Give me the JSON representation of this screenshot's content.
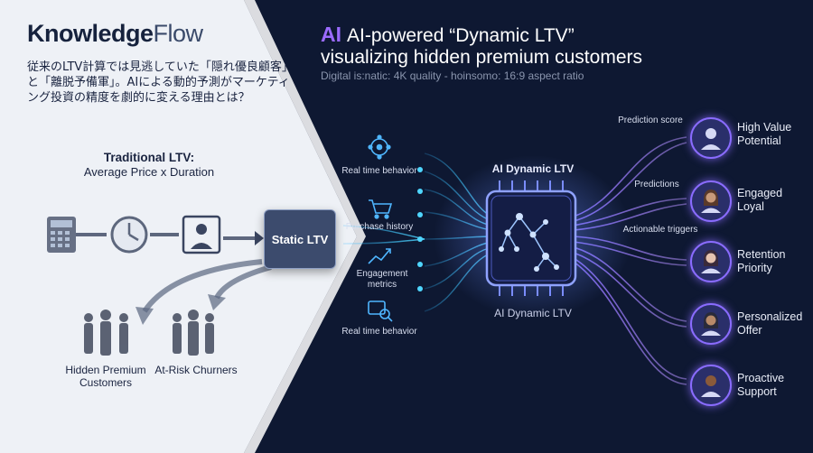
{
  "brand": {
    "knowledge": "Knowledge",
    "flow": "Flow"
  },
  "subtitle_jp": "従来のLTV計算では見逃していた「隠れ優良顧客」と「離脱予備軍」。AIによる動的予測がマーケティング投資の精度を劇的に変える理由とは？",
  "traditional": {
    "title": "Traditional LTV:",
    "formula": "Average Price x Duration",
    "static_box": "Static LTV",
    "hidden_label": "Hidden Premium Customers",
    "churn_label": "At-Risk Churners"
  },
  "ai_panel": {
    "ai_badge": "AI",
    "title_line1": "AI-powered “Dynamic LTV”",
    "title_line2": "visualizing hidden premium customers",
    "subtext": "Digital is:natic: 4K quality - hoinsomo: 16:9 aspect ratio",
    "chip_title": "AI Dynamic LTV",
    "chip_subtitle": "AI Dynamic LTV",
    "inputs": [
      {
        "label": "Real time behavior",
        "icon": "network-icon"
      },
      {
        "label": "Purchase history",
        "icon": "cart-icon"
      },
      {
        "label": "Engagement metrics",
        "icon": "chart-icon"
      },
      {
        "label": "Real time behavior",
        "icon": "magnify-icon"
      }
    ],
    "mid_labels": [
      "Prediction score",
      "Predictions",
      "Actionable triggers"
    ],
    "outputs": [
      {
        "label": "High Value Potential",
        "icon": "man-avatar-icon"
      },
      {
        "label": "Engaged Loyal",
        "icon": "woman-avatar-icon"
      },
      {
        "label": "Retention Priority",
        "icon": "woman-avatar-icon"
      },
      {
        "label": "Personalized Offer",
        "icon": "woman-avatar-icon"
      },
      {
        "label": "Proactive Support",
        "icon": "man-avatar-icon"
      }
    ]
  },
  "colors": {
    "accent_purple": "#8a6cff",
    "accent_cyan": "#38c7ff",
    "dark_bg": "#0d1730",
    "light_panel": "#eef1f6"
  }
}
